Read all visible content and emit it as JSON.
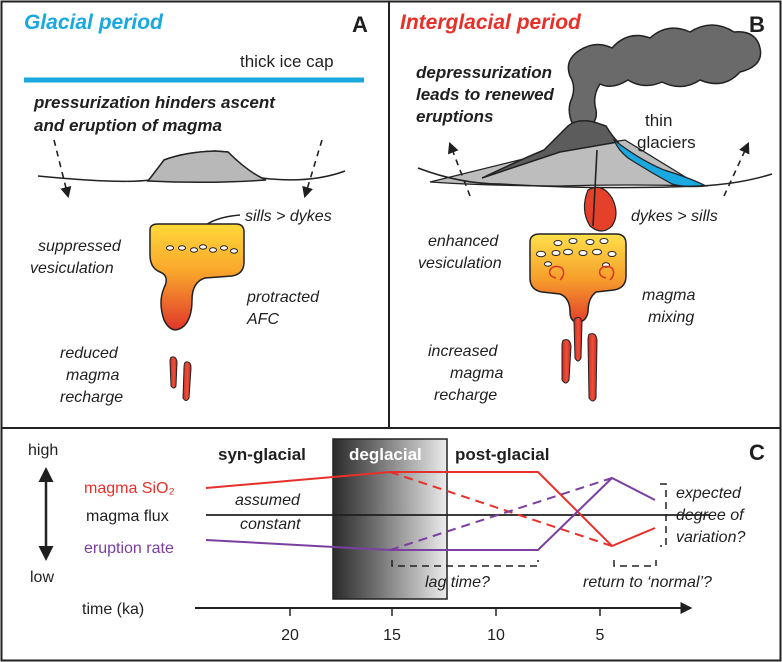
{
  "panel_a": {
    "letter": "A",
    "title": "Glacial period",
    "ice_label": "thick ice cap",
    "heading_line1": "pressurization hinders ascent",
    "heading_line2": "and eruption of magma",
    "sills_label": "sills > dykes",
    "vesic_line1": "suppressed",
    "vesic_line2": "vesiculation",
    "afc_line1": "protracted",
    "afc_line2": "AFC",
    "recharge_line1": "reduced",
    "recharge_line2": "magma",
    "recharge_line3": "recharge"
  },
  "panel_b": {
    "letter": "B",
    "title": "Interglacial period",
    "heading_line1": "depressurization",
    "heading_line2": "leads to renewed",
    "heading_line3": "eruptions",
    "glacier_line1": "thin",
    "glacier_line2": "glaciers",
    "dykes_label": "dykes > sills",
    "vesic_line1": "enhanced",
    "vesic_line2": "vesiculation",
    "mixing_line1": "magma",
    "mixing_line2": "mixing",
    "recharge_line1": "increased",
    "recharge_line2": "magma",
    "recharge_line3": "recharge"
  },
  "panel_c": {
    "letter": "C",
    "axis_high": "high",
    "axis_low": "low",
    "phase_syn": "syn-glacial",
    "phase_de": "deglacial",
    "phase_post": "post-glacial",
    "series": [
      {
        "label": "magma SiO₂",
        "color": "#e8302a"
      },
      {
        "label": "magma flux",
        "color": "#1f1f1f"
      },
      {
        "label": "eruption rate",
        "color": "#7a3fa0"
      }
    ],
    "assumed_line1": "assumed",
    "assumed_line2": "constant",
    "expected_line1": "expected",
    "expected_line2": "degree of",
    "expected_line3": "variation?",
    "lag_label": "lag time?",
    "return_label": "return to ‘normal’?",
    "time_label": "time (ka)",
    "ticks": [
      "20",
      "15",
      "10",
      "5"
    ]
  },
  "colors": {
    "ice": "#19a8e0",
    "title_a": "#19a8e0",
    "title_b": "#e8302a",
    "sio2": "#e8302a",
    "eruption": "#7a3fa0"
  }
}
